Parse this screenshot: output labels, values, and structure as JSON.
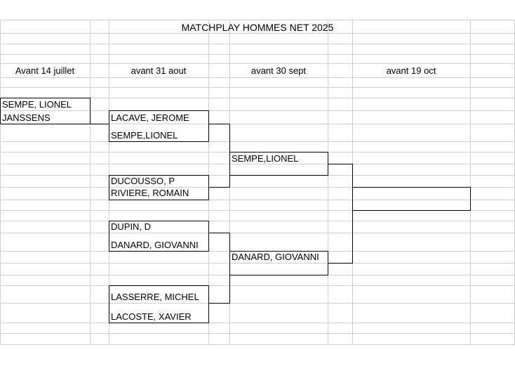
{
  "title": "MATCHPLAY HOMMES NET 2025",
  "columns": [
    "Avant 14 juillet",
    "avant 31 aout",
    "avant 30 sept",
    "avant 19 oct"
  ],
  "round1": [
    "SEMPE, LIONEL",
    "JANSSENS"
  ],
  "round2": [
    "LACAVE, JEROME",
    "SEMPE,LIONEL",
    "DUCOUSSO, P",
    "RIVIERE, ROMAIN",
    "DUPIN, D",
    "DANARD, GIOVANNI",
    "LASSERRE, MICHEL",
    "LACOSTE, XAVIER"
  ],
  "round3": [
    "SEMPE,LIONEL",
    "DANARD, GIOVANNI"
  ],
  "final": [
    ""
  ]
}
